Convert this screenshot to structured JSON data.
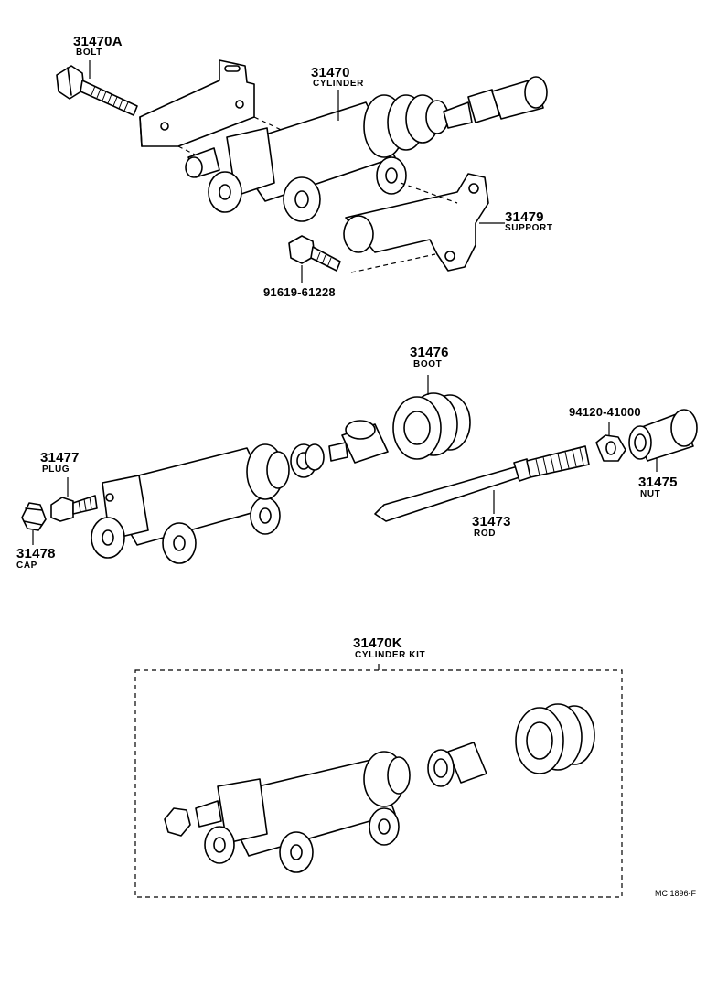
{
  "section_upper": {
    "bolt": {
      "part_no": "31470A",
      "name": "BOLT"
    },
    "cylinder": {
      "part_no": "31470",
      "name": "CYLINDER"
    },
    "support": {
      "part_no": "31479",
      "name": "SUPPORT"
    },
    "support_bolt": {
      "part_no": "91619-61228"
    }
  },
  "section_middle": {
    "boot": {
      "part_no": "31476",
      "name": "BOOT"
    },
    "plug": {
      "part_no": "31477",
      "name": "PLUG"
    },
    "cap": {
      "part_no": "31478",
      "name": "CAP"
    },
    "rod": {
      "part_no": "31473",
      "name": "ROD"
    },
    "nut_hex": {
      "part_no": "94120-41000"
    },
    "nut": {
      "part_no": "31475",
      "name": "NUT"
    }
  },
  "section_kit": {
    "kit": {
      "part_no": "31470K",
      "name": "CYLINDER KIT"
    }
  },
  "figure_code": "MC 1896-F"
}
